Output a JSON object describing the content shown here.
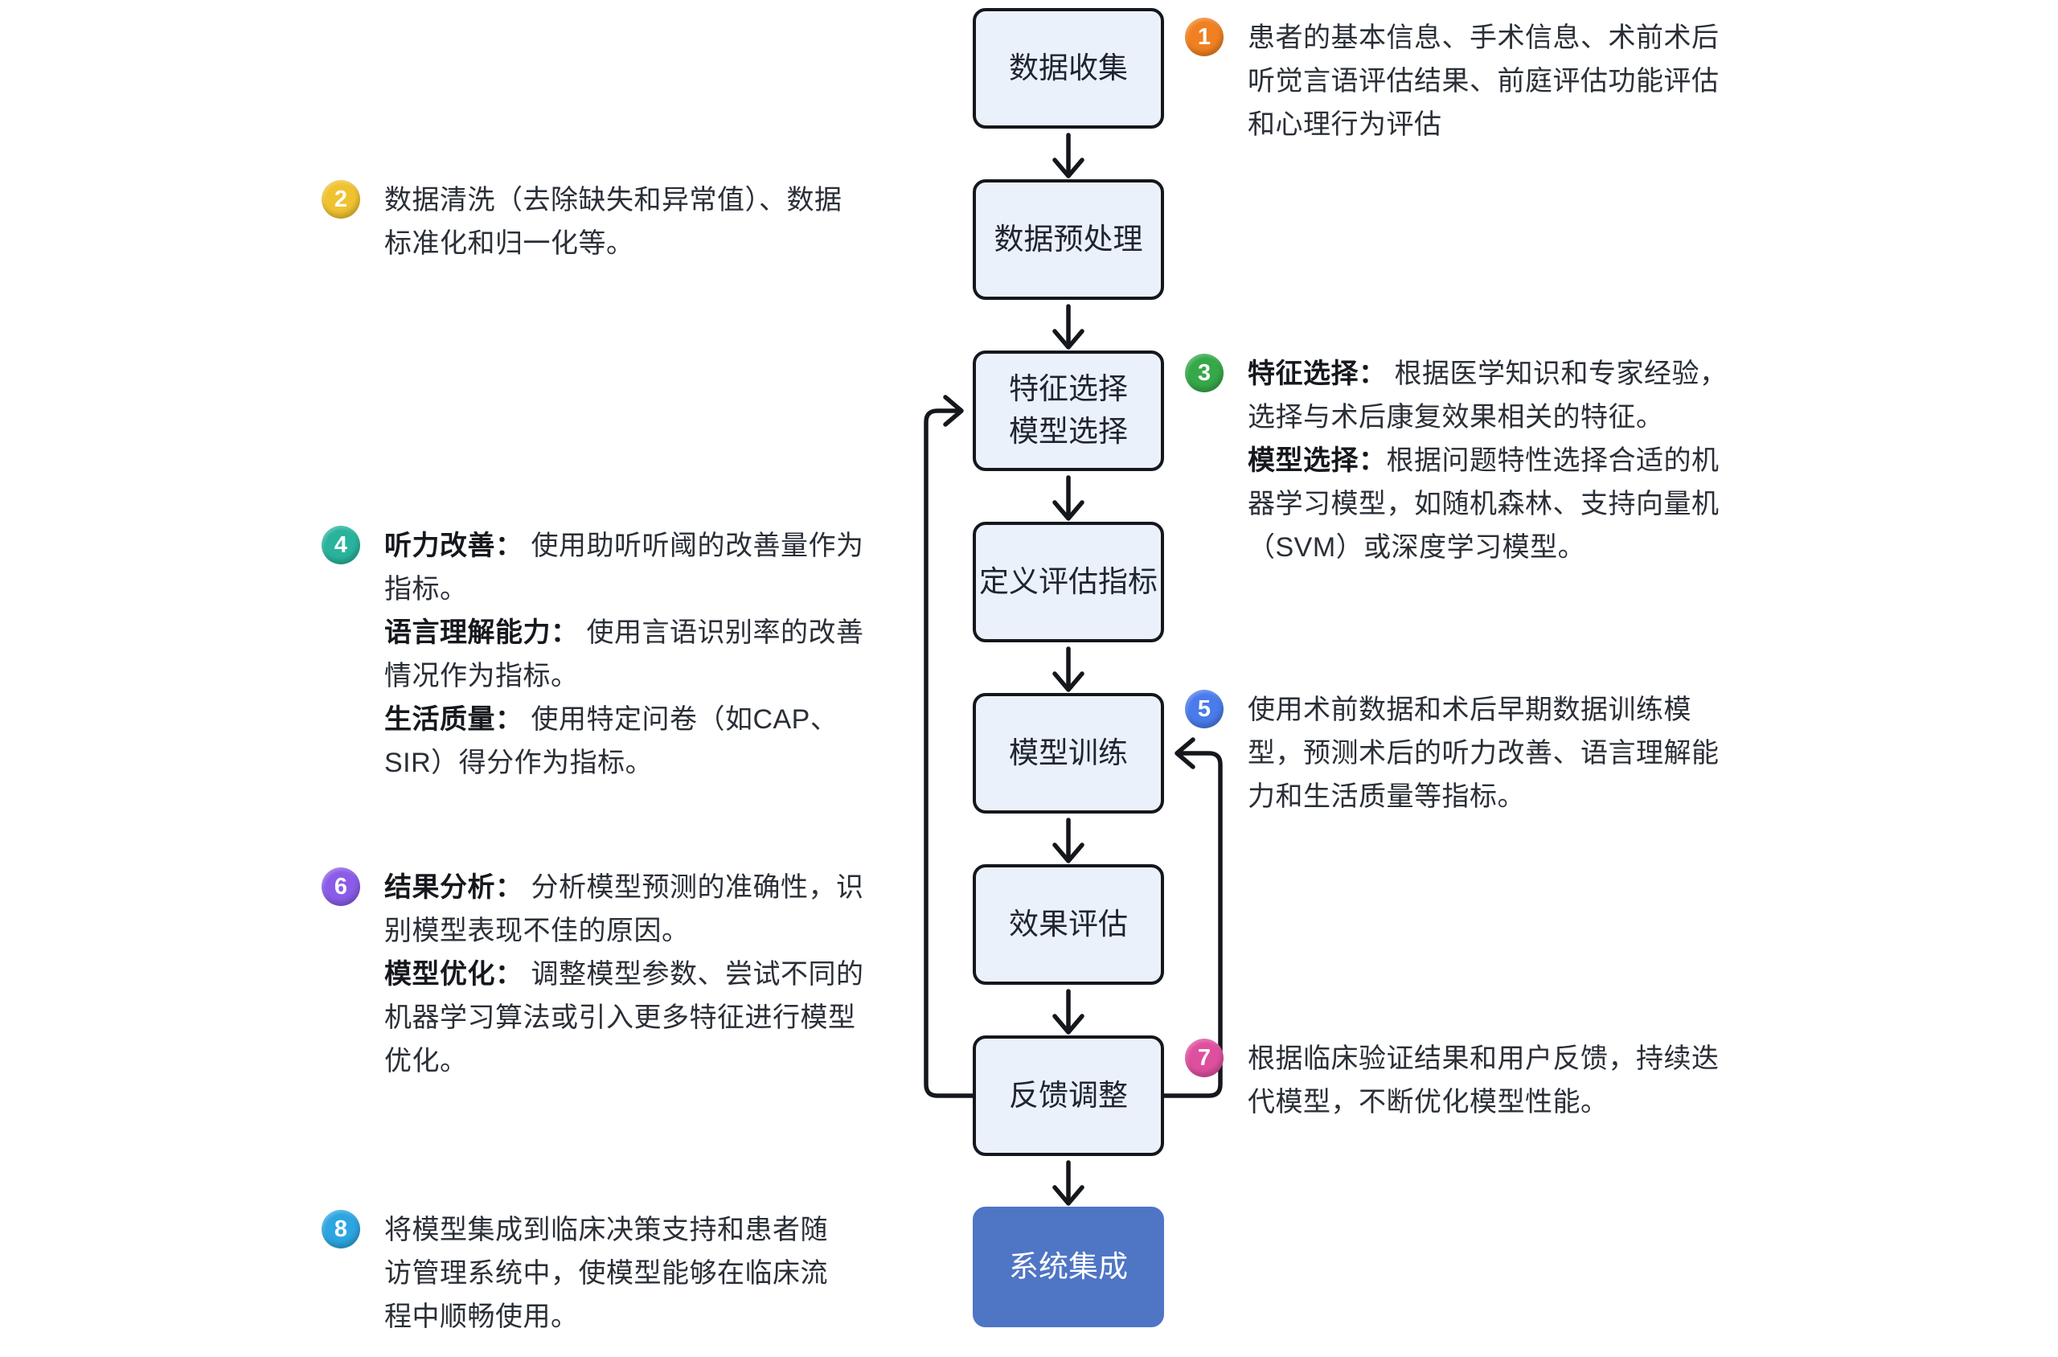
{
  "theme": {
    "node_fill": "#EAF1FB",
    "node_border": "#14171C",
    "node_text": "#1F2530",
    "final_fill": "#4F75C5",
    "final_text": "#FFFFFF",
    "line_color": "#14171C",
    "text_color": "#2A2F37",
    "bold_color": "#15181D",
    "background": "#FFFFFF"
  },
  "steps": [
    {
      "label": "数据收集"
    },
    {
      "label": "数据预处理"
    },
    {
      "label": "特征选择\n模型选择"
    },
    {
      "label": "定义评估指标"
    },
    {
      "label": "模型训练"
    },
    {
      "label": "效果评估"
    },
    {
      "label": "反馈调整"
    },
    {
      "label": "系统集成"
    }
  ],
  "edges": [
    {
      "from": "数据收集",
      "to": "数据预处理"
    },
    {
      "from": "数据预处理",
      "to": "特征选择模型选择"
    },
    {
      "from": "特征选择模型选择",
      "to": "定义评估指标"
    },
    {
      "from": "定义评估指标",
      "to": "模型训练"
    },
    {
      "from": "模型训练",
      "to": "效果评估"
    },
    {
      "from": "效果评估",
      "to": "反馈调整"
    },
    {
      "from": "反馈调整",
      "to": "系统集成"
    },
    {
      "from": "反馈调整",
      "to": "特征选择模型选择",
      "type": "feedback"
    },
    {
      "from": "反馈调整",
      "to": "模型训练",
      "type": "feedback"
    }
  ],
  "annotations": [
    {
      "number": "1",
      "color": "#F08021",
      "side": "right",
      "lines": [
        [
          {
            "t": "患者的基本信息、手术信息、术前术后"
          }
        ],
        [
          {
            "t": "听觉言语评估结果、前庭评估功能评估"
          }
        ],
        [
          {
            "t": "和心理行为评估"
          }
        ]
      ]
    },
    {
      "number": "2",
      "color": "#F0C230",
      "side": "left",
      "lines": [
        [
          {
            "t": "数据清洗（去除缺失和异常值）、数据"
          }
        ],
        [
          {
            "t": "标准化和归一化等。"
          }
        ]
      ]
    },
    {
      "number": "3",
      "color": "#35A848",
      "side": "right",
      "lines": [
        [
          {
            "b": "特征选择："
          },
          {
            "t": " 根据医学知识和专家经验，"
          }
        ],
        [
          {
            "t": "选择与术后康复效果相关的特征。"
          }
        ],
        [
          {
            "b": "模型选择："
          },
          {
            "t": "根据问题特性选择合适的机"
          }
        ],
        [
          {
            "t": "器学习模型，如随机森林、支持向量机"
          }
        ],
        [
          {
            "t": "（SVM）或深度学习模型。"
          }
        ]
      ]
    },
    {
      "number": "4",
      "color": "#29B39C",
      "side": "left",
      "lines": [
        [
          {
            "b": "听力改善："
          },
          {
            "t": " 使用助听听阈的改善量作为"
          }
        ],
        [
          {
            "t": "指标。"
          }
        ],
        [
          {
            "b": "语言理解能力："
          },
          {
            "t": " 使用言语识别率的改善"
          }
        ],
        [
          {
            "t": "情况作为指标。"
          }
        ],
        [
          {
            "b": "生活质量："
          },
          {
            "t": " 使用特定问卷（如CAP、"
          }
        ],
        [
          {
            "t": "SIR）得分作为指标。"
          }
        ]
      ]
    },
    {
      "number": "5",
      "color": "#4A7BEB",
      "side": "right",
      "lines": [
        [
          {
            "t": "使用术前数据和术后早期数据训练模"
          }
        ],
        [
          {
            "t": "型，预测术后的听力改善、语言理解能"
          }
        ],
        [
          {
            "t": "力和生活质量等指标。"
          }
        ]
      ]
    },
    {
      "number": "6",
      "color": "#8A5CE8",
      "side": "left",
      "lines": [
        [
          {
            "b": "结果分析："
          },
          {
            "t": " 分析模型预测的准确性，识"
          }
        ],
        [
          {
            "t": "别模型表现不佳的原因。"
          }
        ],
        [
          {
            "b": "模型优化："
          },
          {
            "t": " 调整模型参数、尝试不同的"
          }
        ],
        [
          {
            "t": "机器学习算法或引入更多特征进行模型"
          }
        ],
        [
          {
            "t": "优化。"
          }
        ]
      ]
    },
    {
      "number": "7",
      "color": "#DE4F9E",
      "side": "right",
      "lines": [
        [
          {
            "t": "根据临床验证结果和用户反馈，持续迭"
          }
        ],
        [
          {
            "t": "代模型，不断优化模型性能。"
          }
        ]
      ]
    },
    {
      "number": "8",
      "color": "#2CA5E0",
      "side": "left",
      "lines": [
        [
          {
            "t": "将模型集成到临床决策支持和患者随"
          }
        ],
        [
          {
            "t": "访管理系统中，使模型能够在临床流"
          }
        ],
        [
          {
            "t": "程中顺畅使用。"
          }
        ]
      ]
    }
  ]
}
